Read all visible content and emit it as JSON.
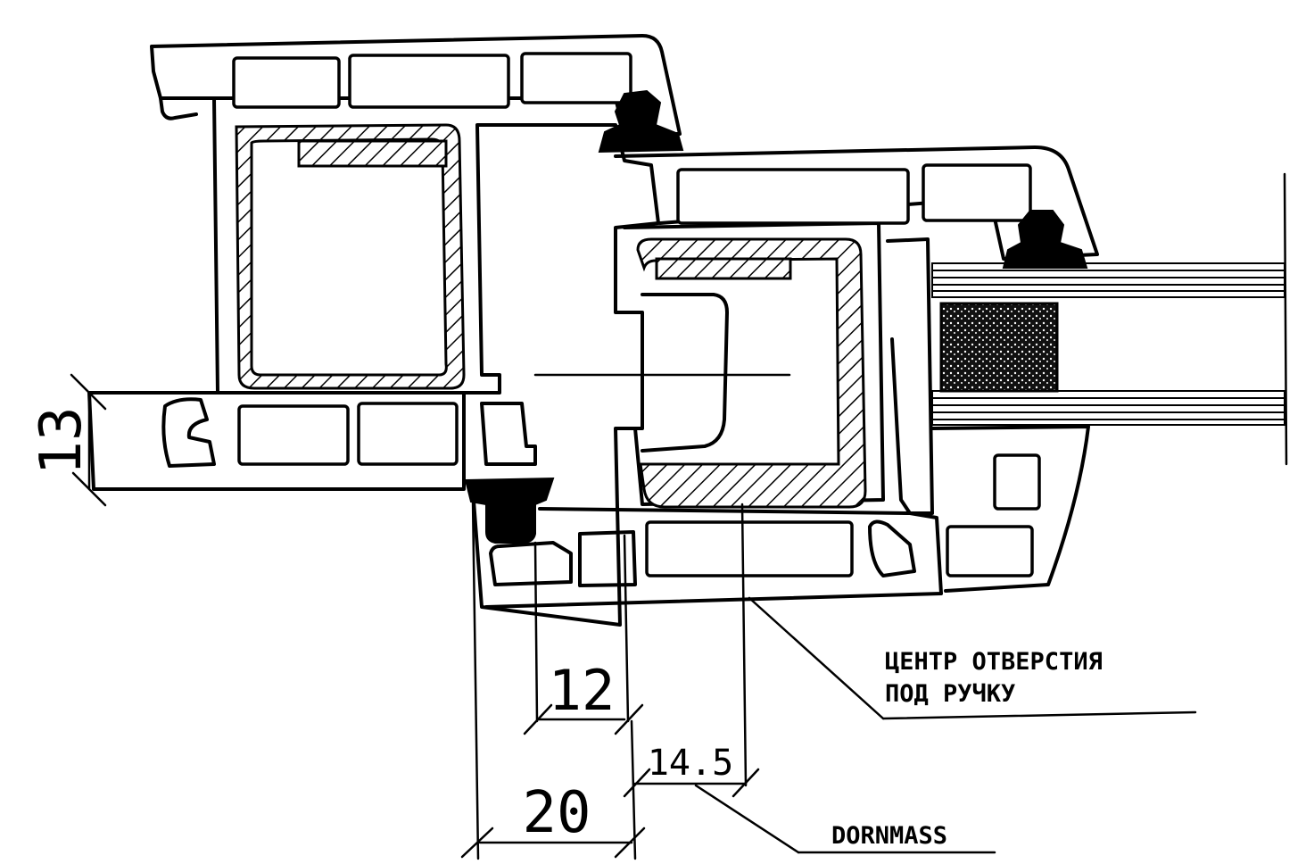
{
  "dimensions": {
    "d13": "13",
    "d12": "12",
    "d14_5": "14.5",
    "d20": "20"
  },
  "labels": {
    "handle_center_line1": "ЦЕНТР ОТВЕРСТИЯ",
    "handle_center_line2": "ПОД РУЧКУ",
    "dornmass": "DORNMASS"
  },
  "colors": {
    "ink": "#000000",
    "paper": "#ffffff"
  }
}
